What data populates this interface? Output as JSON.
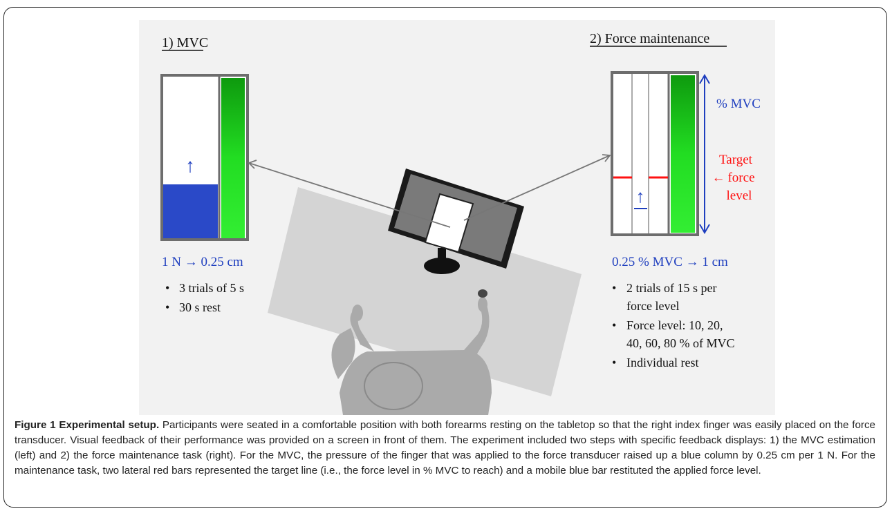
{
  "panel_left": {
    "title": "1) MVC",
    "scale": "1 N → 0.25 cm",
    "bullets": [
      "3 trials of 5 s",
      "30 s rest"
    ]
  },
  "panel_right": {
    "title": "2) Force maintenance",
    "axis_label": "% MVC",
    "target_label": [
      "Target",
      "force",
      "level"
    ],
    "scale": "0.25 % MVC → 1 cm",
    "bullets": [
      "2  trials of 15 s per",
      "force level",
      "Force level:  10, 20,",
      "40, 60, 80 % of MVC",
      "Individual rest"
    ]
  },
  "symbols": {
    "bullet": "•",
    "up_arrow": "↑",
    "left_arrow": "←"
  },
  "colors": {
    "blue_column": "#2a49c8",
    "green_bar": "#22dd22",
    "target_red": "#ff1111",
    "label_blue": "#1f3fbf",
    "screen": "#7a7a7a",
    "table": "#d4d4d4",
    "person": "#aaaaaa"
  },
  "caption": {
    "label": "Figure 1 Experimental setup.",
    "text": " Participants were seated in a comfortable position with both forearms resting on the tabletop so that the right index finger was easily placed on the force transducer. Visual feedback of their performance was provided on a screen in front of them. The experiment included two steps with specific feedback displays: 1) the MVC estimation (left) and 2) the force maintenance task (right). For the MVC, the pressure of the finger that was applied to the force transducer raised up a blue column by 0.25 cm per 1 N. For the maintenance task, two lateral red bars represented the target line (i.e., the force level in % MVC to reach) and a mobile blue bar restituted the applied force level."
  }
}
